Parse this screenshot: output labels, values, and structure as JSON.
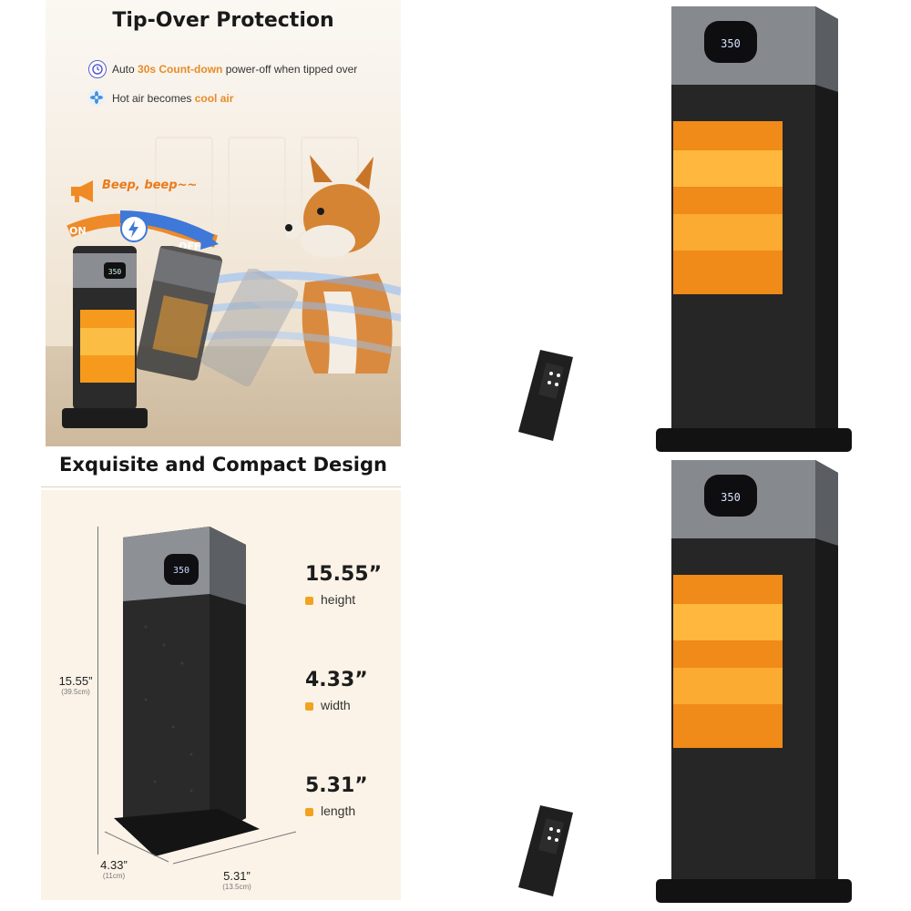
{
  "tip_over": {
    "title": "Tip-Over Protection",
    "features": [
      {
        "icon": "timer-icon",
        "prefix": "Auto",
        "highlight": "30s Count-down",
        "suffix": "power-off when tipped over"
      },
      {
        "icon": "fan-icon",
        "prefix": "Hot air becomes",
        "highlight": "cool air",
        "suffix": ""
      }
    ],
    "beep_text": "Beep, beep~~",
    "on_label": "ON",
    "off_label": "OFF"
  },
  "compact": {
    "title": "Exquisite and Compact Design",
    "dimensions": [
      {
        "value": "15.55”",
        "label": "height"
      },
      {
        "value": "4.33”",
        "label": "width"
      },
      {
        "value": "5.31”",
        "label": "length"
      }
    ],
    "side_height": {
      "value": "15.55”",
      "metric": "(39.5cm)"
    },
    "bottom_width": {
      "value": "4.33”",
      "metric": "(11cm)"
    },
    "bottom_length": {
      "value": "5.31”",
      "metric": "(13.5cm)"
    }
  },
  "display_reading": "350",
  "colors": {
    "accent": "#f2a21f",
    "heater_body": "#2a2a2a",
    "panel_bg": "#fbf3e8"
  }
}
